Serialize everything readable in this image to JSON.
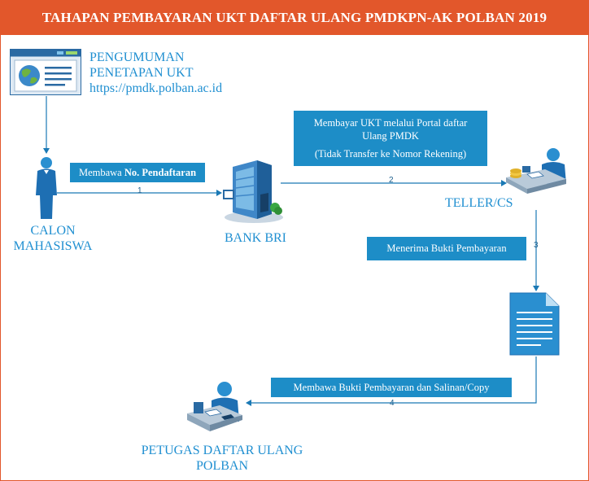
{
  "title": "TAHAPAN PEMBAYARAN UKT DAFTAR ULANG PMDKPN-AK POLBAN 2019",
  "colors": {
    "accent": "#e2572b",
    "box": "#1d8dc7",
    "label": "#1f8fd1",
    "line": "#1a79b5"
  },
  "announcement": {
    "line1": "PENGUMUMAN",
    "line2": "PENETAPAN UKT",
    "line3": "https://pmdk.polban.ac.id",
    "icon": "browser-globe-icon"
  },
  "student": {
    "line1": "CALON",
    "line2": "MAHASISWA",
    "icon": "person-icon"
  },
  "bank": {
    "label": "BANK BRI",
    "icon": "bank-building-icon"
  },
  "teller": {
    "label": "TELLER/CS",
    "icon": "teller-desk-icon"
  },
  "document": {
    "icon": "document-icon"
  },
  "officer": {
    "line1": "PETUGAS DAFTAR ULANG",
    "line2": "POLBAN",
    "icon": "officer-desk-icon"
  },
  "steps": {
    "s1": {
      "prefix": "Membawa ",
      "bold": "No. Pendaftaran",
      "num": "1"
    },
    "s2": {
      "line1": "Membayar UKT melalui Portal daftar",
      "line2": "Ulang PMDK",
      "line3": "(Tidak Transfer ke Nomor Rekening)",
      "num": "2"
    },
    "s3": {
      "text": "Menerima Bukti Pembayaran",
      "num": "3"
    },
    "s4": {
      "text": "Membawa Bukti Pembayaran dan Salinan/Copy",
      "num": "4"
    }
  }
}
